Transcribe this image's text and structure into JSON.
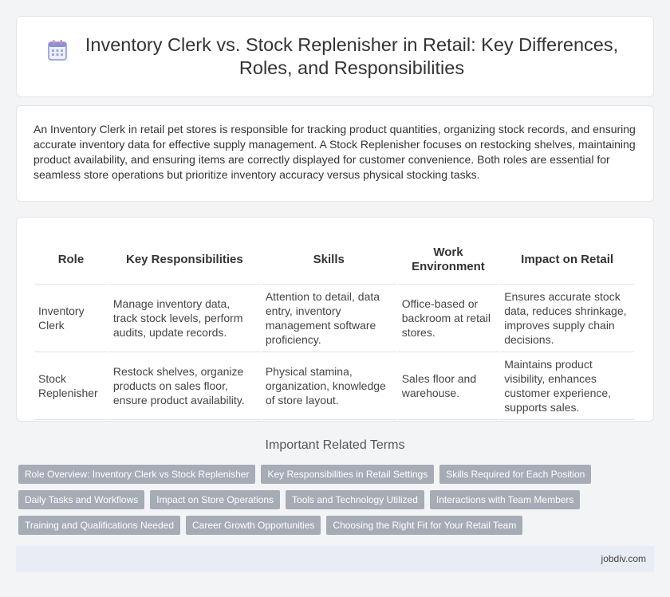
{
  "header": {
    "title": "Inventory Clerk vs. Stock Replenisher in Retail: Key Differences, Roles, and Responsibilities",
    "icon": "calendar-icon"
  },
  "intro": {
    "text": "An Inventory Clerk in retail pet stores is responsible for tracking product quantities, organizing stock records, and ensuring accurate inventory data for effective supply management. A Stock Replenisher focuses on restocking shelves, maintaining product availability, and ensuring items are correctly displayed for customer convenience. Both roles are essential for seamless store operations but prioritize inventory accuracy versus physical stocking tasks."
  },
  "table": {
    "headers": [
      "Role",
      "Key Responsibilities",
      "Skills",
      "Work Environment",
      "Impact on Retail"
    ],
    "rows": [
      [
        "Inventory Clerk",
        "Manage inventory data, track stock levels, perform audits, update records.",
        "Attention to detail, data entry, inventory management software proficiency.",
        "Office-based or backroom at retail stores.",
        "Ensures accurate stock data, reduces shrinkage, improves supply chain decisions."
      ],
      [
        "Stock Replenisher",
        "Restock shelves, organize products on sales floor, ensure product availability.",
        "Physical stamina, organization, knowledge of store layout.",
        "Sales floor and warehouse.",
        "Maintains product visibility, enhances customer experience, supports sales."
      ]
    ]
  },
  "related": {
    "title": "Important Related Terms",
    "tags": [
      [
        "Role Overview: Inventory Clerk vs Stock Replenisher",
        "Key Responsibilities in Retail Settings",
        "Skills Required for Each Position"
      ],
      [
        "Daily Tasks and Workflows",
        "Impact on Store Operations",
        "Tools and Technology Utilized",
        "Interactions with Team Members"
      ],
      [
        "Training and Qualifications Needed",
        "Career Growth Opportunities",
        "Choosing the Right Fit for Your Retail Team"
      ]
    ]
  },
  "footer": {
    "text": "jobdiv.com"
  }
}
